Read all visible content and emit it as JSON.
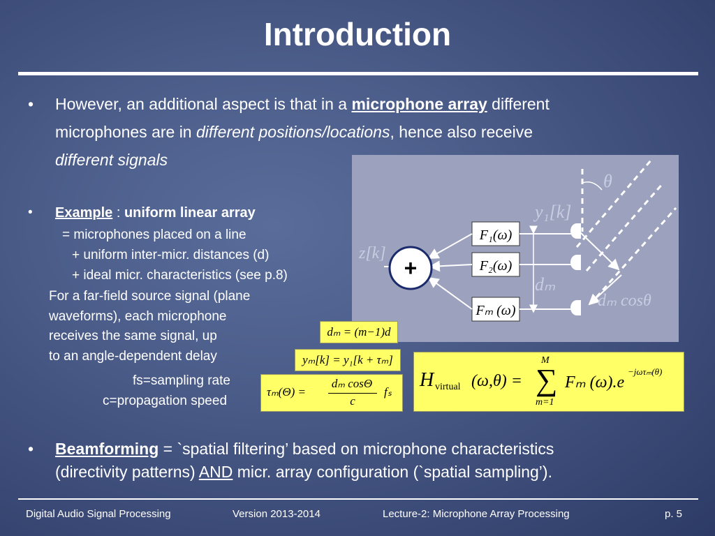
{
  "title": "Introduction",
  "bullet1": {
    "l1a": "However, an additional aspect is that in a ",
    "l1b": "microphone array",
    "l1c": " different",
    "l2a": "microphones are in ",
    "l2b": "different positions/locations",
    "l2c": ", hence also receive",
    "l3": "different  signals"
  },
  "bullet2": {
    "head": "Example",
    "sep": " : ",
    "tail": "uniform linear array",
    "s1": "= microphones placed on a line",
    "s2": "+ uniform inter-micr. distances (d)",
    "s3": "+ ideal micr. characteristics (see p.8)",
    "p1": "For a far-field source signal (plane",
    "p2": "waveforms), each microphone",
    "p3": "receives the same signal, up",
    "p4": "to an angle-dependent  delay",
    "fs": "fs=sampling rate",
    "c": "c=propagation speed"
  },
  "bullet3": {
    "head": "Beamforming",
    "l1": " =  `spatial filtering’ based on microphone characteristics",
    "l2a": "(directivity patterns) ",
    "l2b": "AND",
    "l2c": " micr. array configuration (`spatial sampling’)."
  },
  "diagram": {
    "theta": "θ",
    "y1k": "y₁[k]",
    "zk": "z[k]",
    "plus": "+",
    "f1": "F₁(ω)",
    "f2": "F₂(ω)",
    "fm": "Fₘ (ω)",
    "dm": "dₘ",
    "dmcos": "dₘ cosθ"
  },
  "formulas": {
    "dm": "dₘ = (m−1)d",
    "ym": "yₘ[k] = y₁[k + τₘ]",
    "tau_lhs": "τₘ(Θ) =",
    "tau_num": "dₘ cosΘ",
    "tau_den": "c",
    "tau_fs": "fₛ",
    "h_lhs": "H",
    "h_sub": "virtual",
    "h_args": "(ω,θ) =",
    "h_sum": "∑",
    "h_top": "M",
    "h_bot": "m=1",
    "h_term": "Fₘ (ω).e",
    "h_exp": "−jωτₘ(θ)"
  },
  "footer": {
    "course": "Digital Audio Signal Processing",
    "version": "Version 2013-2014",
    "lecture": "Lecture-2: Microphone Array Processing",
    "page": "p. 5"
  }
}
